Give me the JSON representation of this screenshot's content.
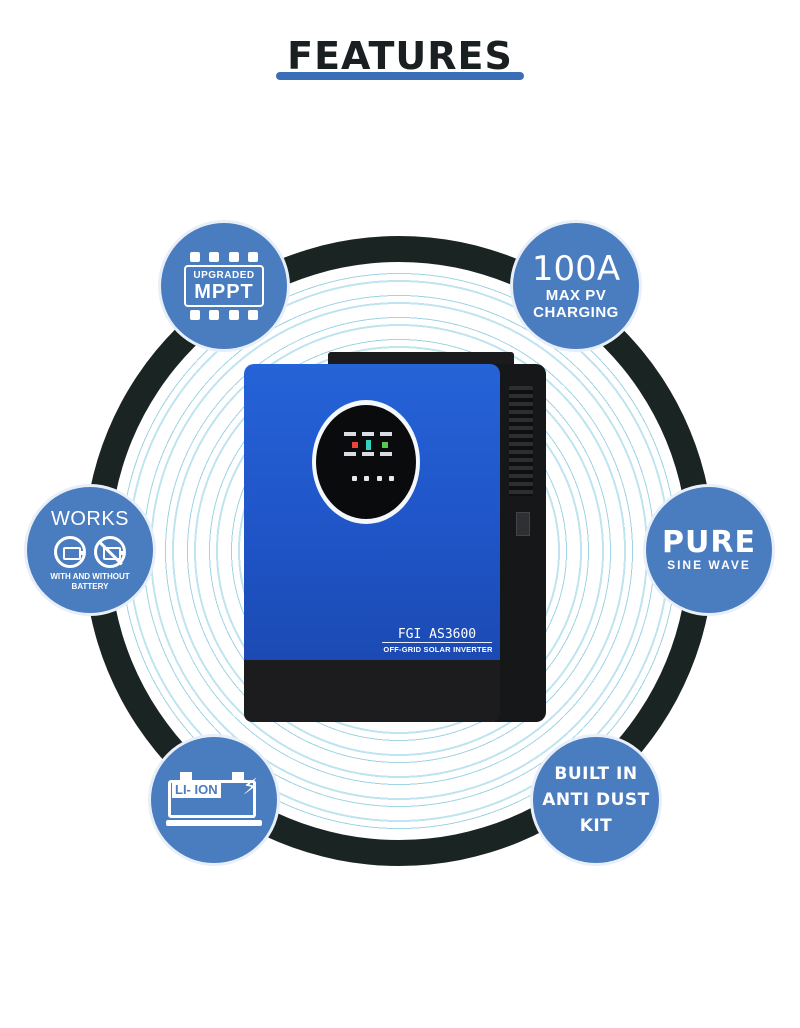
{
  "header": {
    "title": "FEATURES"
  },
  "features": {
    "mppt": {
      "line1": "UPGRADED",
      "line2": "MPPT",
      "icon": "chip-icon"
    },
    "charging": {
      "big": "100A",
      "line1": "MAX PV",
      "line2": "CHARGING"
    },
    "works": {
      "title": "WORKS",
      "line1": "WITH AND WITHOUT",
      "line2": "BATTERY",
      "icons": [
        "battery-icon",
        "no-battery-icon"
      ]
    },
    "pure": {
      "title": "PURE",
      "subtitle": "SINE WAVE"
    },
    "lithium": {
      "label": "LI- ION",
      "icon": "battery-bolt-icon"
    },
    "dust": {
      "line1": "BUILT IN",
      "line2": "ANTI DUST",
      "line3": "KIT"
    }
  },
  "product": {
    "model": "FGI AS3600",
    "description": "OFF-GRID SOLAR INVERTER"
  },
  "colors": {
    "badge": "#4a7cc0",
    "inverter_front": "#2563d8",
    "ring": "#1a2422",
    "title_underline": "#3a6fb8"
  }
}
